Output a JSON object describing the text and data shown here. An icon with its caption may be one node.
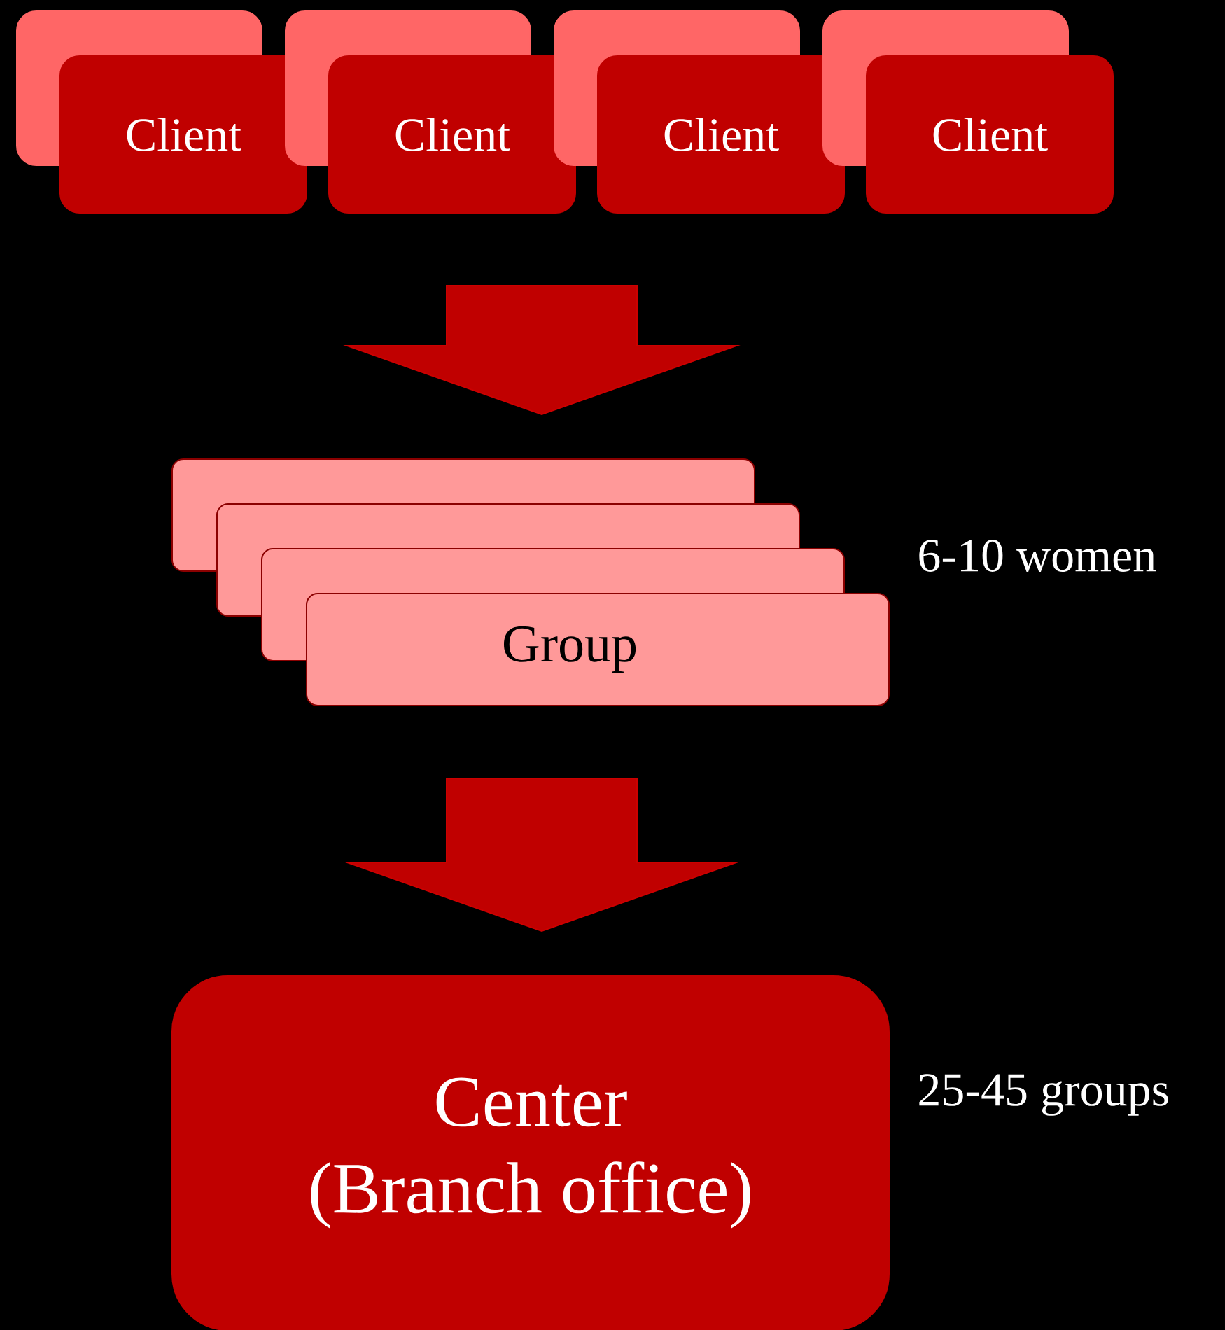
{
  "diagram": {
    "nodes": [
      {
        "text": [
          "Client"
        ]
      },
      {
        "text": [
          "Client"
        ]
      },
      {
        "text": [
          "Client"
        ]
      },
      {
        "text": [
          "Client"
        ]
      },
      {
        "text": [
          "Group"
        ],
        "beside": [
          "6-10 women"
        ]
      },
      {
        "text": [
          "Center",
          "(Branch office)"
        ],
        "beside": [
          "25-45 groups"
        ]
      }
    ],
    "edges": [
      {
        "from": 0,
        "to": 4,
        "arrow": "to"
      },
      {
        "from": 1,
        "to": 4,
        "arrow": "to"
      },
      {
        "from": 2,
        "to": 4,
        "arrow": "to"
      },
      {
        "from": 3,
        "to": 4,
        "arrow": "to"
      },
      {
        "from": 4,
        "to": 5,
        "arrow": "to"
      }
    ]
  }
}
